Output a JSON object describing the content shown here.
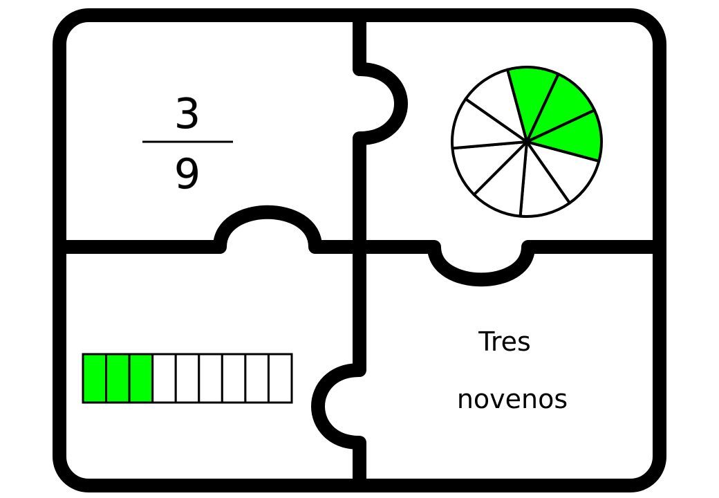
{
  "puzzle": {
    "fraction": {
      "numerator": "3",
      "denominator": "9"
    },
    "words": {
      "line1": "Tres",
      "line2": "novenos"
    }
  },
  "representations": {
    "total_parts": 9,
    "shaded_parts": 3,
    "shaded_color": "#00ff00",
    "unshaded_color": "#ffffff",
    "outline_color": "#000000"
  }
}
